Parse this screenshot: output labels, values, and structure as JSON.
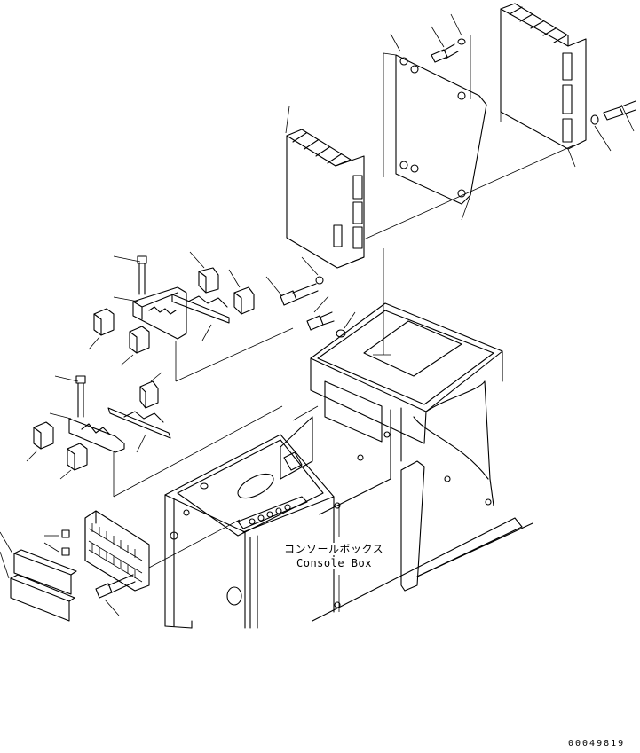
{
  "figure": {
    "callout": {
      "label_jp": "コンソールボックス",
      "label_en": "Console Box"
    },
    "drawing_number": "00049819"
  }
}
